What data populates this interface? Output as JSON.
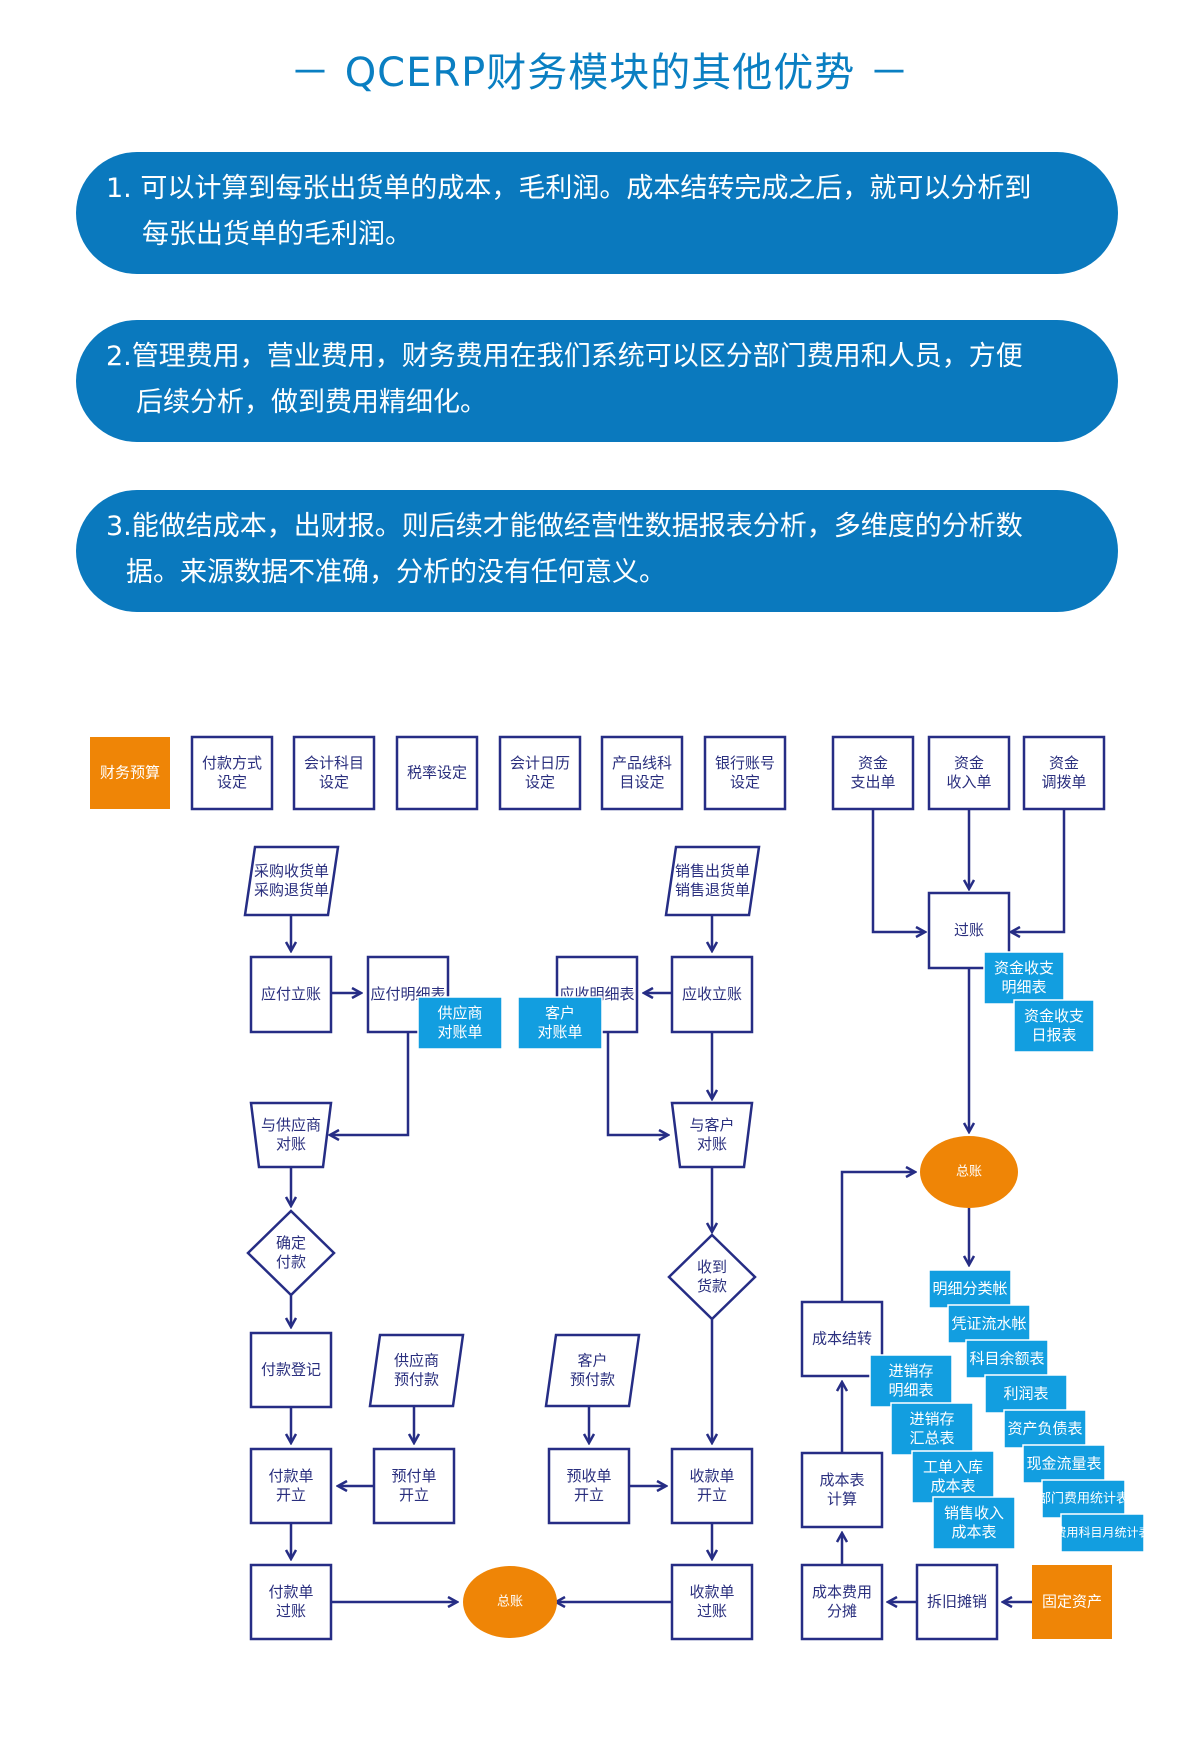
{
  "title": "－ QCERP财务模块的其他优势 －",
  "points": [
    {
      "line1": "1. 可以计算到每张出货单的成本，毛利润。成本结转完成之后，就可以分析到",
      "line2": "每张出货单的毛利润。"
    },
    {
      "line1": "2.管理费用，营业费用，财务费用在我们系统可以区分部门费用和人员，方便",
      "line2": "后续分析，做到费用精细化。"
    },
    {
      "line1": "3.能做结成本，出财报。则后续才能做经营性数据报表分析，多维度的分析数",
      "line2": "据。来源数据不准确，分析的没有任何意义。"
    }
  ],
  "colors": {
    "accent": "#0a79be",
    "title": "#0a7fc2",
    "node_stroke": "#262d85",
    "report": "#129ee0",
    "orange": "#ef8506"
  },
  "flow": {
    "setup": [
      "财务预算",
      [
        "付款方式",
        "设定"
      ],
      [
        "会计科目",
        "设定"
      ],
      [
        "税率设定"
      ],
      [
        "会计日历",
        "设定"
      ],
      [
        "产品线科",
        "目设定"
      ],
      [
        "银行账号",
        "设定"
      ]
    ],
    "fund_docs": [
      [
        "资金",
        "支出单"
      ],
      [
        "资金",
        "收入单"
      ],
      [
        "资金",
        "调拨单"
      ]
    ],
    "posting": "过账",
    "fund_reports": [
      [
        "资金收支",
        "明细表"
      ],
      [
        "资金收支",
        "日报表"
      ]
    ],
    "purchase_docs": [
      "采购收货单",
      "采购退货单"
    ],
    "sales_docs": [
      "销售出货单",
      "销售退货单"
    ],
    "ap_entry": "应付立账",
    "ap_detail": "应付明细表",
    "supplier_statement": [
      "供应商",
      "对账单"
    ],
    "ar_detail": "应收明细表",
    "customer_statement": [
      "客户",
      "对账单"
    ],
    "ar_entry": "应收立账",
    "supplier_reconcile": [
      "与供应商",
      "对账"
    ],
    "customer_reconcile": [
      "与客户",
      "对账"
    ],
    "confirm_payment": [
      "确定",
      "付款"
    ],
    "receive_payment": [
      "收到",
      "货款"
    ],
    "payment_register": "付款登记",
    "supplier_prepay": [
      "供应商",
      "预付款"
    ],
    "customer_prepay": [
      "客户",
      "预付款"
    ],
    "payment_open": [
      "付款单",
      "开立"
    ],
    "prepay_open": [
      "预付单",
      "开立"
    ],
    "prereceipt_open": [
      "预收单",
      "开立"
    ],
    "receipt_open": [
      "收款单",
      "开立"
    ],
    "payment_post": [
      "付款单",
      "过账"
    ],
    "receipt_post": [
      "收款单",
      "过账"
    ],
    "general_ledger": "总账",
    "general_ledger_2": "总账",
    "ledger_reports": [
      "明细分类帐",
      "凭证流水帐",
      "科目余额表",
      "利润表",
      "资产负债表",
      "现金流量表",
      "部门费用统计表",
      "费用科目月统计表"
    ],
    "cost_transfer": "成本结转",
    "cost_reports": [
      [
        "进销存",
        "明细表"
      ],
      [
        "进销存",
        "汇总表"
      ],
      [
        "工单入库",
        "成本表"
      ],
      [
        "销售收入",
        "成本表"
      ]
    ],
    "cost_calc": [
      "成本表",
      "计算"
    ],
    "cost_alloc": [
      "成本费用",
      "分摊"
    ],
    "depreciation": "拆旧摊销",
    "fixed_assets": "固定资产"
  }
}
